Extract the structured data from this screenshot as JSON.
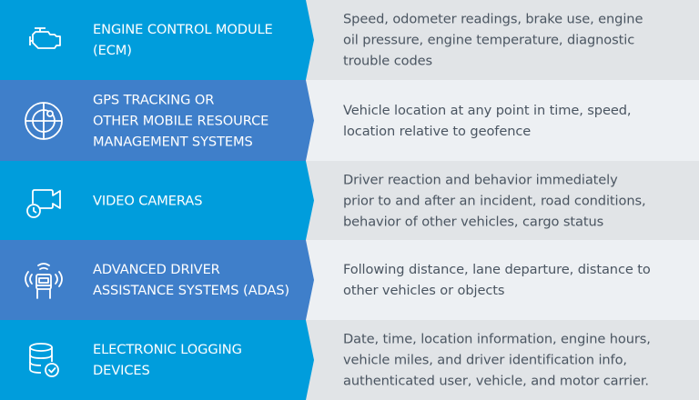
{
  "colors": {
    "row_odd_left": "#009ddc",
    "row_even_left": "#3f7fca",
    "row_odd_right": "#e1e4e7",
    "row_even_right": "#edf0f3",
    "label_text": "#ffffff",
    "desc_text": "#4a5561"
  },
  "rows": [
    {
      "icon": "engine-icon",
      "label_lines": [
        "ENGINE CONTROL MODULE",
        "(ECM)"
      ],
      "desc_lines": [
        "Speed, odometer readings, brake use, engine",
        "oil pressure, engine temperature, diagnostic",
        "trouble codes"
      ]
    },
    {
      "icon": "gps-target-icon",
      "label_lines": [
        "GPS TRACKING OR",
        "OTHER MOBILE RESOURCE",
        "MANAGEMENT SYSTEMS"
      ],
      "desc_lines": [
        "Vehicle location at any point in time, speed,",
        "location relative to geofence"
      ]
    },
    {
      "icon": "video-camera-clock-icon",
      "label_lines": [
        "VIDEO CAMERAS"
      ],
      "desc_lines": [
        "Driver reaction and behavior immediately",
        "prior to and after an incident, road conditions,",
        "behavior of other vehicles, cargo status"
      ]
    },
    {
      "icon": "vehicle-signal-icon",
      "label_lines": [
        "ADVANCED DRIVER",
        "ASSISTANCE SYSTEMS (ADAS)"
      ],
      "desc_lines": [
        "Following distance, lane departure, distance to",
        "other vehicles or objects"
      ]
    },
    {
      "icon": "database-check-icon",
      "label_lines": [
        "ELECTRONIC LOGGING",
        "DEVICES"
      ],
      "desc_lines": [
        "Date, time, location information, engine hours,",
        "vehicle miles, and driver identification info,",
        "authenticated user, vehicle, and motor carrier."
      ]
    }
  ]
}
